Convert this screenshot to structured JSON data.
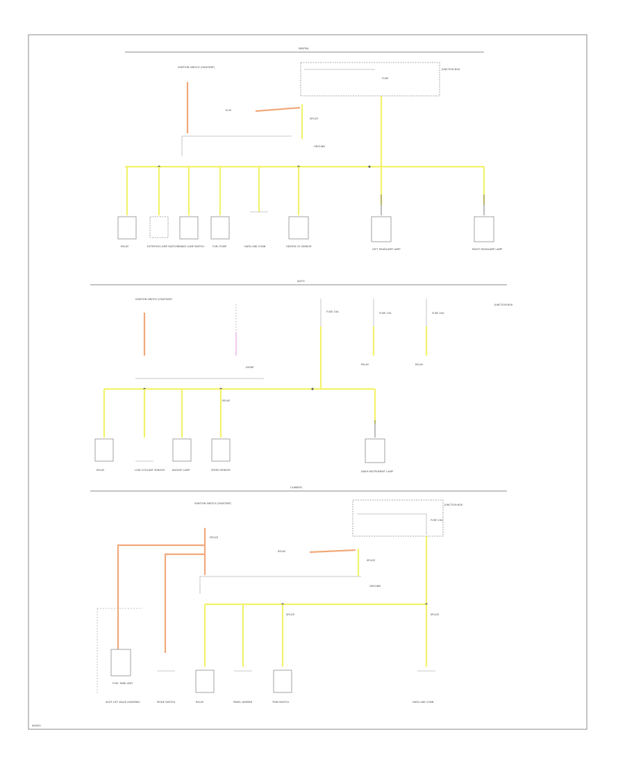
{
  "sections": [
    {
      "id": "s1",
      "title": "DIGITAL"
    },
    {
      "id": "s2",
      "title": "AUTO"
    },
    {
      "id": "s3",
      "title": "CLIMATIC"
    }
  ],
  "labels": {
    "s1_ignition": "IGNITION SWITCH (ON/START)",
    "s1_fuse": "FUSE",
    "s1_fuse_box": "JUNCTION BOX",
    "s1_splice": "SPLICE",
    "s1_ecm": "ECM",
    "s1_ground": "GROUND",
    "s1_comp1": "RELAY",
    "s1_comp2": "EXTERIOR LAMP SWITCH",
    "s1_comp3": "BRAKE LAMP SWITCH",
    "s1_comp4": "FUEL PUMP",
    "s1_comp5": "DATA LINK CONN",
    "s1_comp6": "HEATED O2 SENSOR",
    "s1_comp7": "LEFT HEADLAMP LAMP",
    "s1_comp8": "RIGHT HEADLAMP LAMP",
    "s2_ignition": "IGNITION SWITCH (ON/START)",
    "s2_diode": "DIODE",
    "s2_fuse_a": "FUSE 10A",
    "s2_fuse_b": "FUSE 15A",
    "s2_fuse_c": "FUSE 20A",
    "s2_fuse_box": "JUNCTION BOX",
    "s2_relay_b": "RELAY",
    "s2_relay_c": "RELAY",
    "s2_comp1": "RELAY",
    "s2_comp2": "LOW COOLANT SENSOR",
    "s2_comp3": "BACKUP LAMP",
    "s2_comp4": "SPEED SENSOR",
    "s2_comp5": "DASH INSTRUMENT LAMP",
    "s3_ignition": "IGNITION SWITCH (ON/START)",
    "s3_fuse_box": "JUNCTION BOX",
    "s3_fuse": "FUSE 10A",
    "s3_relay": "RELAY",
    "s3_splice": "SPLICE",
    "s3_ground": "GROUND",
    "s3_comp1": "FUEL TANK UNIT",
    "s3_comp1b": "SHUT-OFF VALVE ASSEMBLY",
    "s3_comp2": "MODE SWITCH",
    "s3_comp3": "RELAY",
    "s3_comp4": "PANEL DIMMER",
    "s3_comp5": "TRIM SWITCH",
    "s3_comp6": "DATA LINK CONN"
  },
  "footer": {
    "code": "W0000"
  },
  "colors": {
    "yellow_wire": "#f2f26a",
    "orange_wire": "#f0a87a",
    "pink_wire": "#f0c8f0",
    "frame": "#8a8a8a"
  }
}
